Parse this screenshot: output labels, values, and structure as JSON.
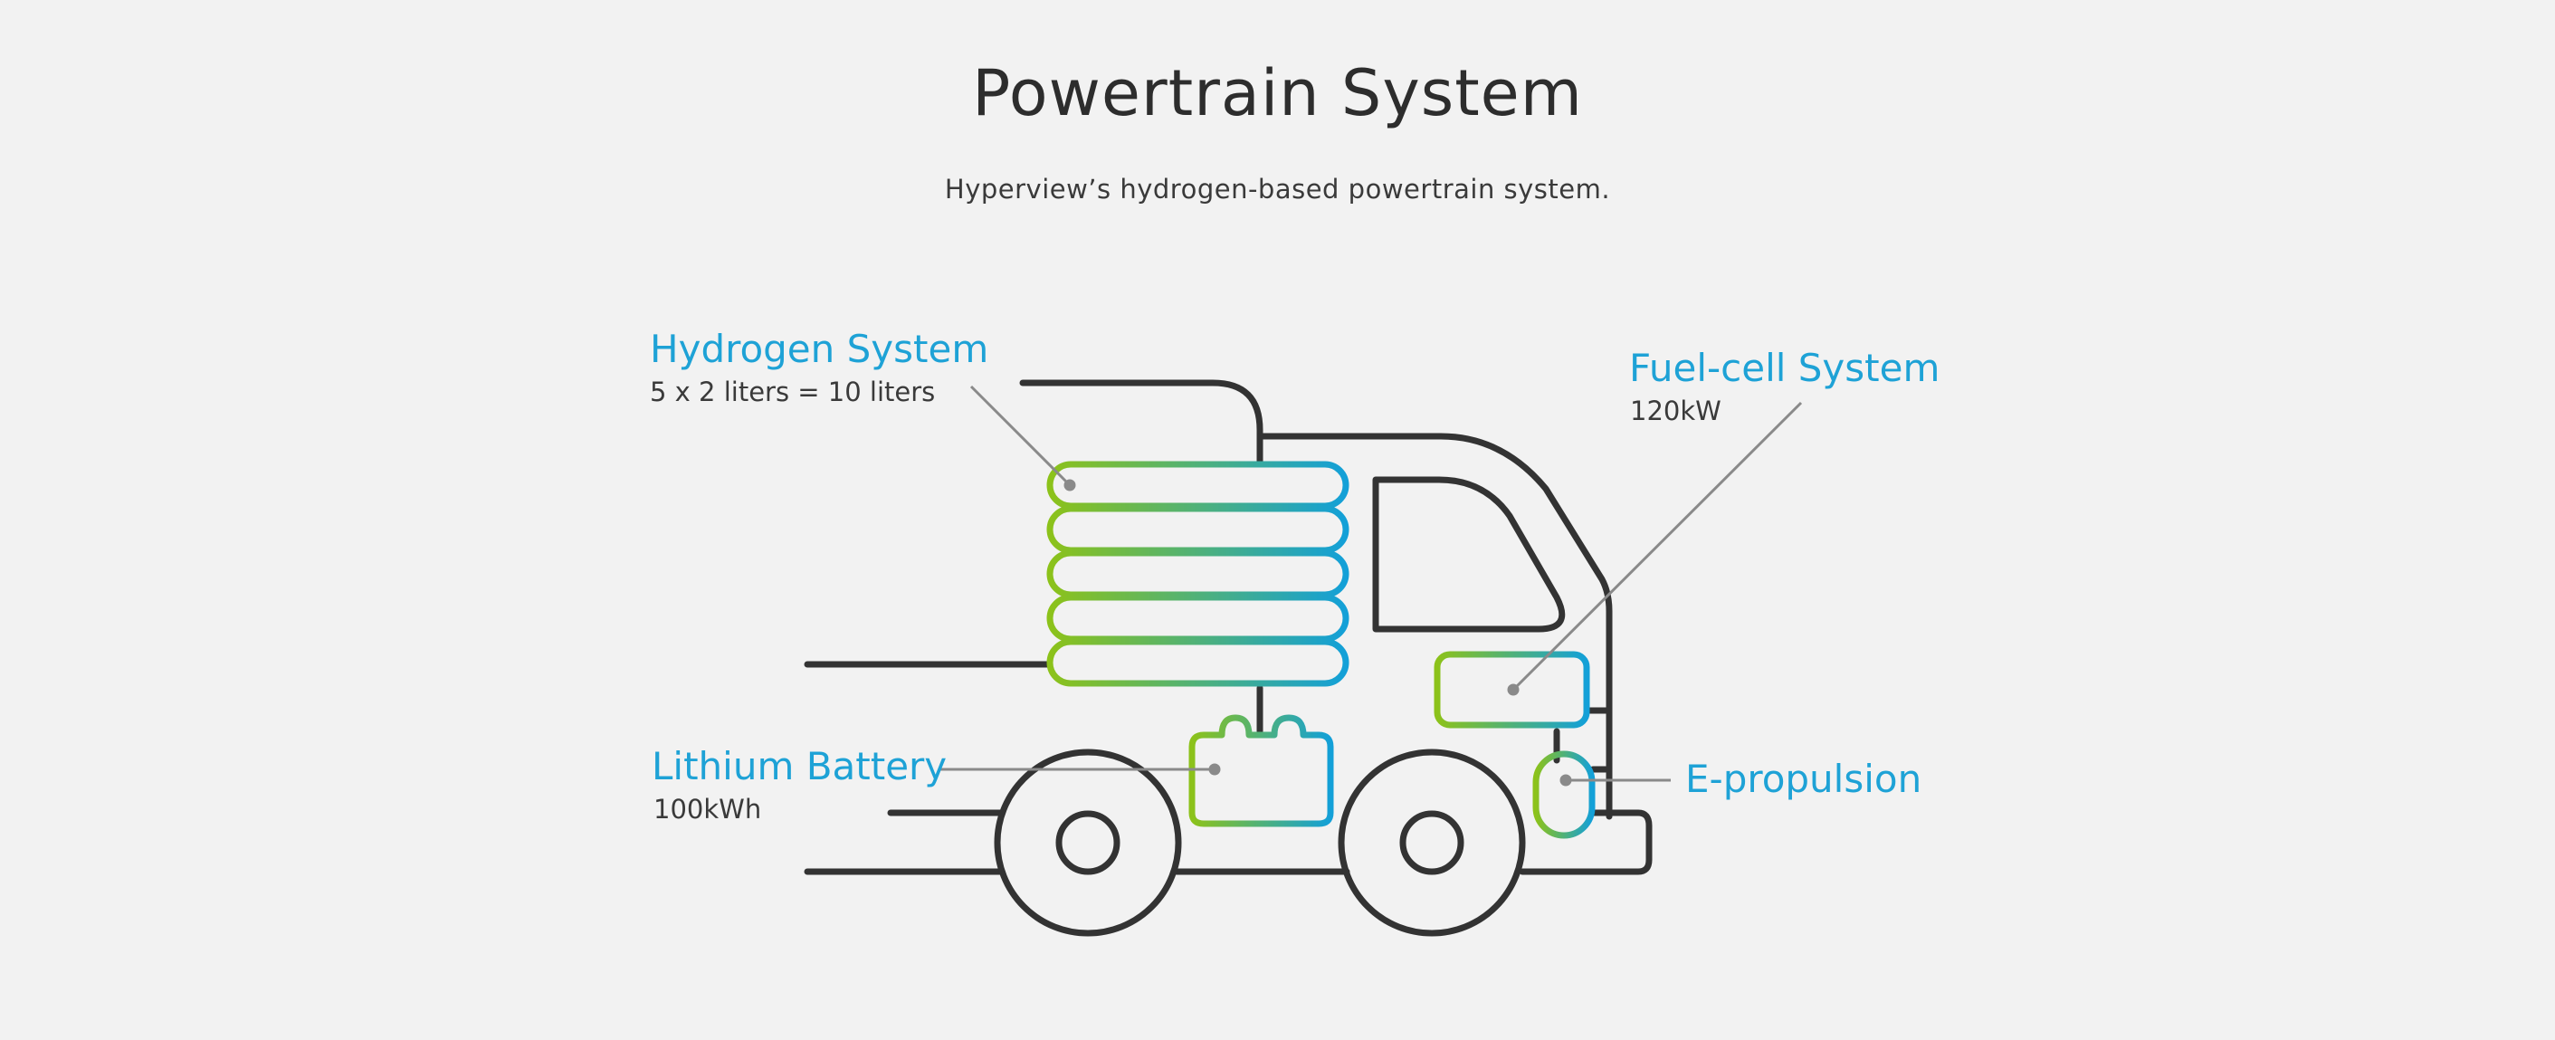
{
  "header": {
    "title": "Powertrain System",
    "subtitle": "Hyperview’s hydrogen-based powertrain system."
  },
  "components": {
    "hydrogen": {
      "name": "Hydrogen System",
      "detail": "5 x 2 liters = 10 liters"
    },
    "fuel_cell": {
      "name": "Fuel-cell System",
      "detail": "120kW"
    },
    "battery": {
      "name": "Lithium Battery",
      "detail": "100kWh"
    },
    "propulsion": {
      "name": "E-propulsion"
    }
  },
  "colors": {
    "background": "#f2f2f2",
    "outline": "#333333",
    "label_accent": "#1ea2d6",
    "gradient_start": "#8cc21a",
    "gradient_end": "#13a0d8",
    "leader_line": "#8a8a8a"
  }
}
